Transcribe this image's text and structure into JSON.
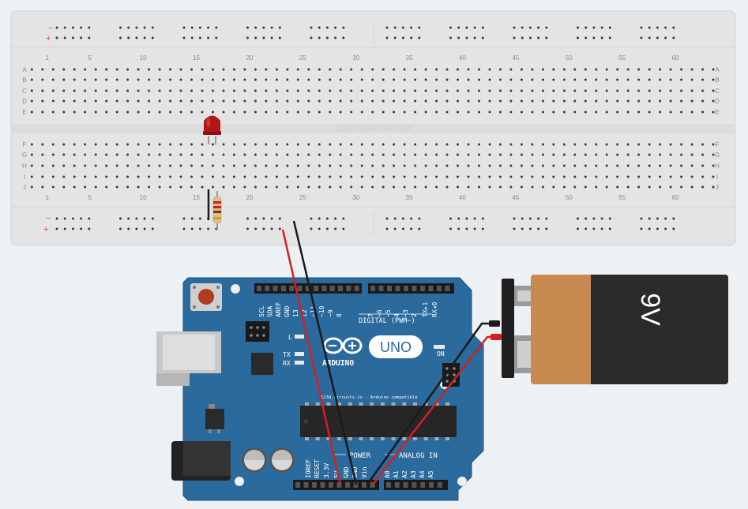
{
  "breadboard": {
    "watermark": "123D.CIRCUITS.IO",
    "rail_minus": "−",
    "rail_plus": "+",
    "column_numbers": [
      "1",
      "5",
      "10",
      "15",
      "20",
      "25",
      "30",
      "35",
      "40",
      "45",
      "50",
      "55",
      "60"
    ],
    "rows_top": [
      "A",
      "B",
      "C",
      "D",
      "E"
    ],
    "rows_bottom": [
      "F",
      "G",
      "H",
      "I",
      "J"
    ]
  },
  "arduino": {
    "logo_text": "ARDUINO",
    "uno_text": "UNO",
    "tag_line": "123d.circuits.io - Arduino compatible",
    "digital_label": "DIGITAL (PWM~)",
    "top_pins": [
      "SCL",
      "SDA",
      "AREF",
      "GND",
      "13",
      "12",
      "~11",
      "~10",
      "~9",
      "8",
      "7",
      "~6",
      "~5",
      "4",
      "~3",
      "2",
      "TX▸1",
      "RX◂0"
    ],
    "led_l": "L",
    "led_tx": "TX",
    "led_rx": "RX",
    "led_on": "ON",
    "power_label": "POWER",
    "analog_label": "ANALOG IN",
    "power_pins": [
      "IOREF",
      "RESET",
      "3.3V",
      "5V",
      "GND",
      "GND",
      "Vin"
    ],
    "analog_pins": [
      "A0",
      "A1",
      "A2",
      "A3",
      "A4",
      "A5"
    ]
  },
  "battery": {
    "label": "9V"
  },
  "colors": {
    "breadboard": "#e6e6e6",
    "arduino_board": "#2b6a9c",
    "battery_orange": "#c98a52",
    "battery_black": "#2b2b2b",
    "wire_red": "#d42020",
    "wire_black": "#1a1a1a",
    "led_red": "#b01818"
  }
}
